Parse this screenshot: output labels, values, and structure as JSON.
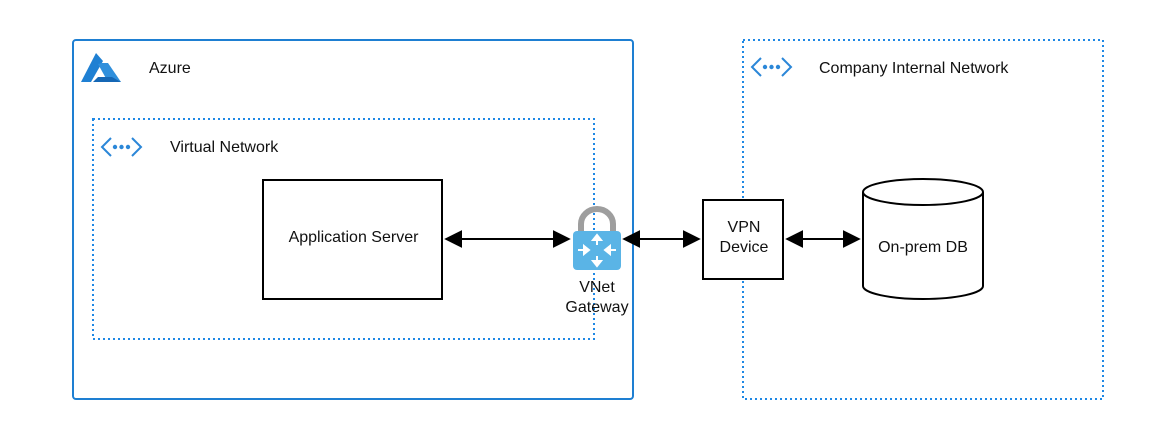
{
  "colors": {
    "azure_border": "#1e7fd2",
    "dotted_border": "#1e88e5",
    "icon_blue": "#2b87d8",
    "gateway_body": "#5ab4e6",
    "lock_shackle": "#9e9e9e",
    "box_border": "#000000",
    "arrow": "#000000"
  },
  "azure_region": {
    "label": "Azure",
    "icon": "azure-logo-icon"
  },
  "virtual_network": {
    "label": "Virtual Network",
    "icon": "vnet-icon"
  },
  "company_network": {
    "label": "Company Internal Network",
    "icon": "vnet-icon"
  },
  "nodes": {
    "app_server": {
      "label": "Application Server"
    },
    "vnet_gateway": {
      "label_line1": "VNet",
      "label_line2": "Gateway",
      "icon": "vnet-gateway-lock-icon"
    },
    "vpn_device": {
      "label_line1": "VPN",
      "label_line2": "Device"
    },
    "onprem_db": {
      "label": "On-prem DB",
      "icon": "database-cylinder-icon"
    }
  },
  "connections": [
    {
      "from": "Application Server",
      "to": "VNet Gateway",
      "direction": "bidirectional"
    },
    {
      "from": "VNet Gateway",
      "to": "VPN Device",
      "direction": "bidirectional"
    },
    {
      "from": "VPN Device",
      "to": "On-prem DB",
      "direction": "bidirectional"
    }
  ]
}
